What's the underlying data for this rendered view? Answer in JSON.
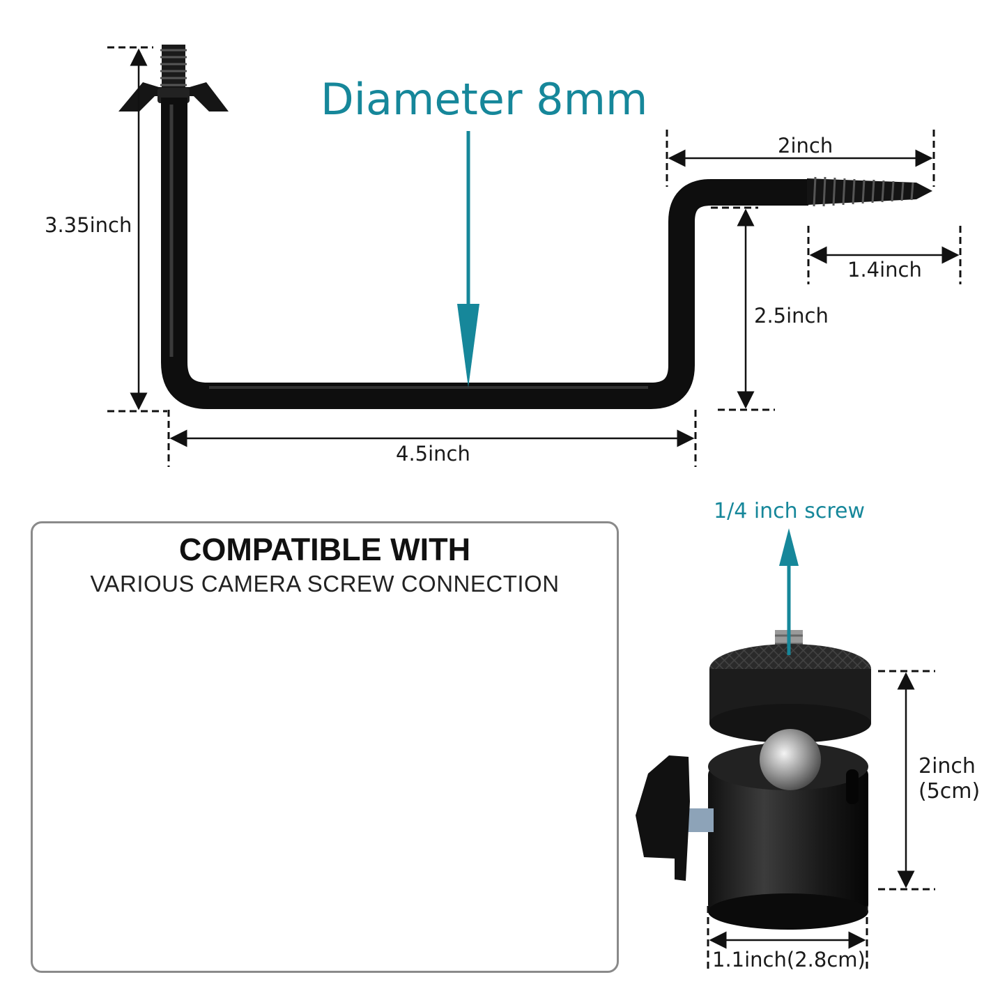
{
  "accent_color": "#16879a",
  "hook": {
    "diameter_label": "Diameter 8mm",
    "dim_height": "3.35inch",
    "dim_width": "4.5inch",
    "dim_top_arm": "2inch",
    "dim_screw": "1.4inch",
    "dim_drop": "2.5inch"
  },
  "compatible": {
    "heading": "COMPATIBLE WITH",
    "subheading": "VARIOUS CAMERA SCREW CONNECTION"
  },
  "ballhead": {
    "screw_label": "1/4 inch screw",
    "height_line1": "2inch",
    "height_line2": "(5cm)",
    "width_label": "1.1inch(2.8cm)"
  }
}
